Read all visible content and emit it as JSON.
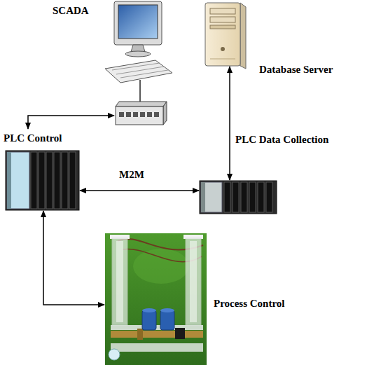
{
  "diagram": {
    "nodes": [
      {
        "text": [
          "SCADA"
        ]
      },
      {
        "text": [
          "Database Server"
        ]
      },
      {
        "text": [
          "PLC Control"
        ]
      },
      {
        "text": [
          "PLC Data Collection"
        ]
      },
      {
        "text": [
          "Process Control"
        ]
      }
    ],
    "edges": [
      {
        "from": 2,
        "to": 0,
        "arrow": "both"
      },
      {
        "from": 1,
        "to": 3,
        "arrow": "both"
      },
      {
        "from": 2,
        "to": 3,
        "label": "M2M",
        "arrow": "both"
      },
      {
        "from": 4,
        "to": 2,
        "arrow": "both"
      }
    ]
  }
}
